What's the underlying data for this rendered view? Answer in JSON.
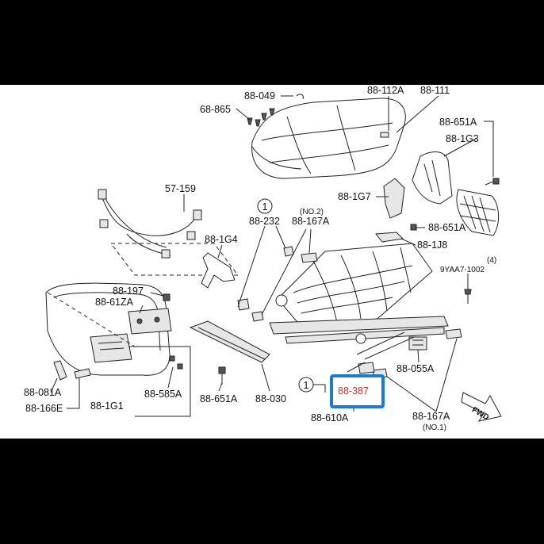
{
  "diagram": {
    "callouts": [
      {
        "id": "c1",
        "text": "88-049"
      },
      {
        "id": "c2",
        "text": "68-865"
      },
      {
        "id": "c3",
        "text": "88-112A"
      },
      {
        "id": "c4",
        "text": "88-111"
      },
      {
        "id": "c5",
        "text": "88-651A"
      },
      {
        "id": "c6",
        "text": "88-1G3"
      },
      {
        "id": "c7",
        "text": "57-159"
      },
      {
        "id": "c8",
        "text": "88-1G7"
      },
      {
        "id": "c9",
        "text": "88-651A"
      },
      {
        "id": "c10",
        "text": "88-232"
      },
      {
        "id": "c11",
        "text": "(NO.2)"
      },
      {
        "id": "c12",
        "text": "88-167A"
      },
      {
        "id": "c13",
        "text": "88-1G4"
      },
      {
        "id": "c14",
        "text": "88-1J8"
      },
      {
        "id": "c15",
        "text": "(4)"
      },
      {
        "id": "c16",
        "text": "9YAA7-1002"
      },
      {
        "id": "c17",
        "text": "88-197"
      },
      {
        "id": "c18",
        "text": "88-61ZA"
      },
      {
        "id": "c19",
        "text": "88-055A"
      },
      {
        "id": "c20",
        "text": "88-081A"
      },
      {
        "id": "c21",
        "text": "88-585A"
      },
      {
        "id": "c22",
        "text": "88-166E"
      },
      {
        "id": "c23",
        "text": "88-1G1"
      },
      {
        "id": "c24",
        "text": "88-651A"
      },
      {
        "id": "c25",
        "text": "88-030"
      },
      {
        "id": "c26",
        "text": "88-387"
      },
      {
        "id": "c27",
        "text": "88-610A"
      },
      {
        "id": "c28",
        "text": "88-167A"
      },
      {
        "id": "c29",
        "text": "(NO.1)"
      }
    ],
    "circled_numbers": [
      "1",
      "1"
    ],
    "direction_label": "FWD",
    "highlight_color": "#1a7bd1",
    "highlight_text_color": "#c0392b"
  }
}
